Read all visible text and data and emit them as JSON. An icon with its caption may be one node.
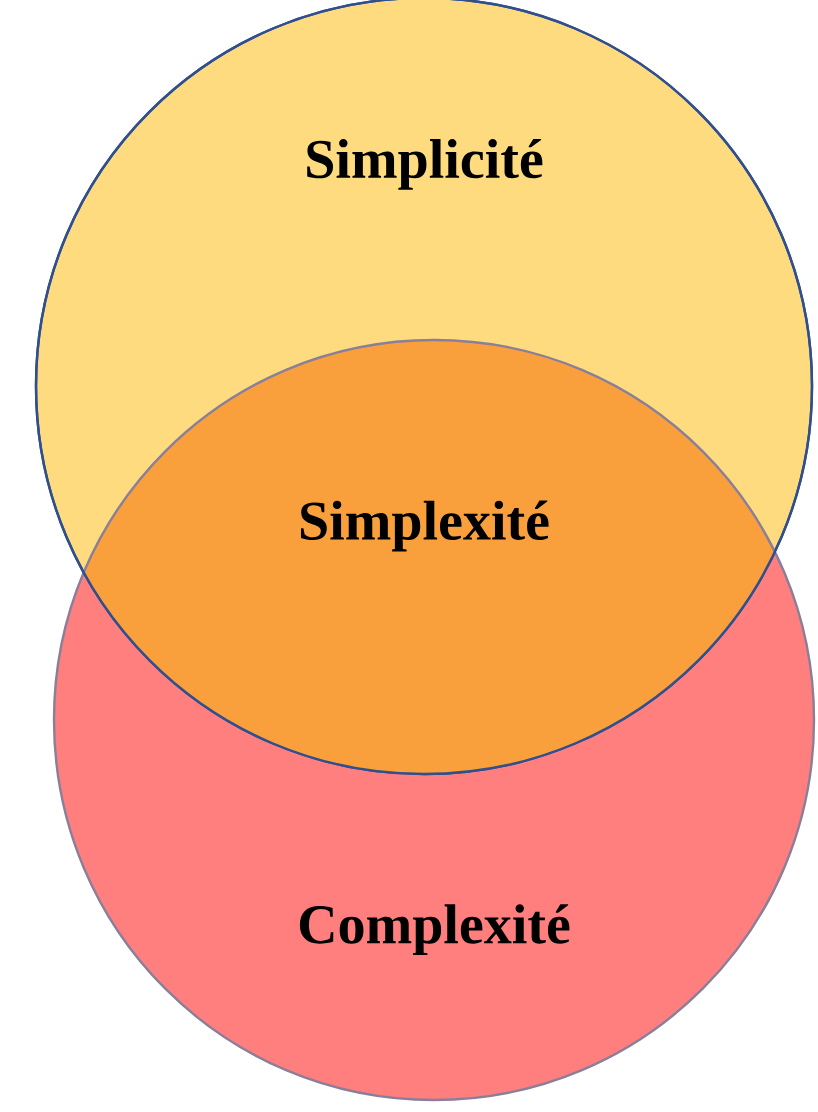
{
  "diagram": {
    "nodes": [
      {
        "text": [
          "Simplicité"
        ]
      },
      {
        "text": [
          "Complexité"
        ]
      }
    ],
    "labels": [
      "Simplexité"
    ]
  }
}
